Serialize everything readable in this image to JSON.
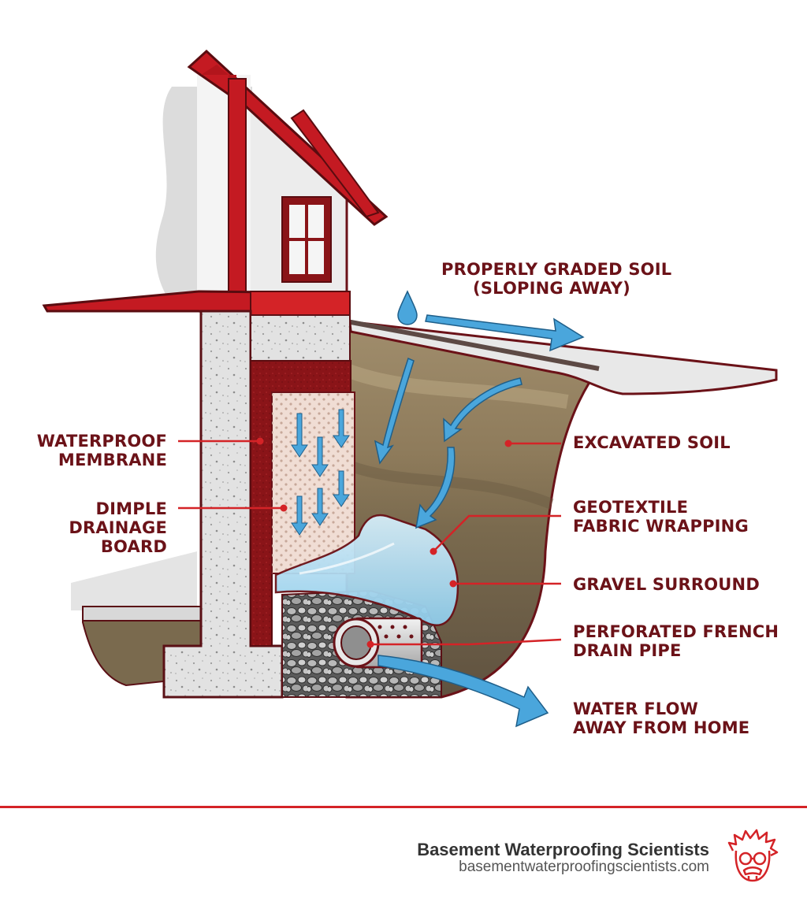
{
  "labels": {
    "graded_soil": [
      "PROPERLY GRADED SOIL",
      "(SLOPING AWAY)"
    ],
    "waterproof_membrane": [
      "WATERPROOF",
      "MEMBRANE"
    ],
    "dimple_board": [
      "DIMPLE",
      "DRAINAGE",
      "BOARD"
    ],
    "excavated_soil": [
      "EXCAVATED SOIL"
    ],
    "geotextile": [
      "GEOTEXTILE",
      "FABRIC WRAPPING"
    ],
    "gravel": [
      "GRAVEL SURROUND"
    ],
    "pipe": [
      "PERFORATED FRENCH",
      "DRAIN PIPE"
    ],
    "water_flow": [
      "WATER FLOW",
      "AWAY FROM HOME"
    ]
  },
  "footer": {
    "brand": "Basement Waterproofing Scientists",
    "url": "basementwaterproofingscientists.com"
  },
  "colors": {
    "accent_red": "#d42327",
    "label_text": "#6b1218",
    "water_blue": "#4aa6dc",
    "soil_brown": "#8a7558",
    "concrete": "#dcdcdc"
  }
}
